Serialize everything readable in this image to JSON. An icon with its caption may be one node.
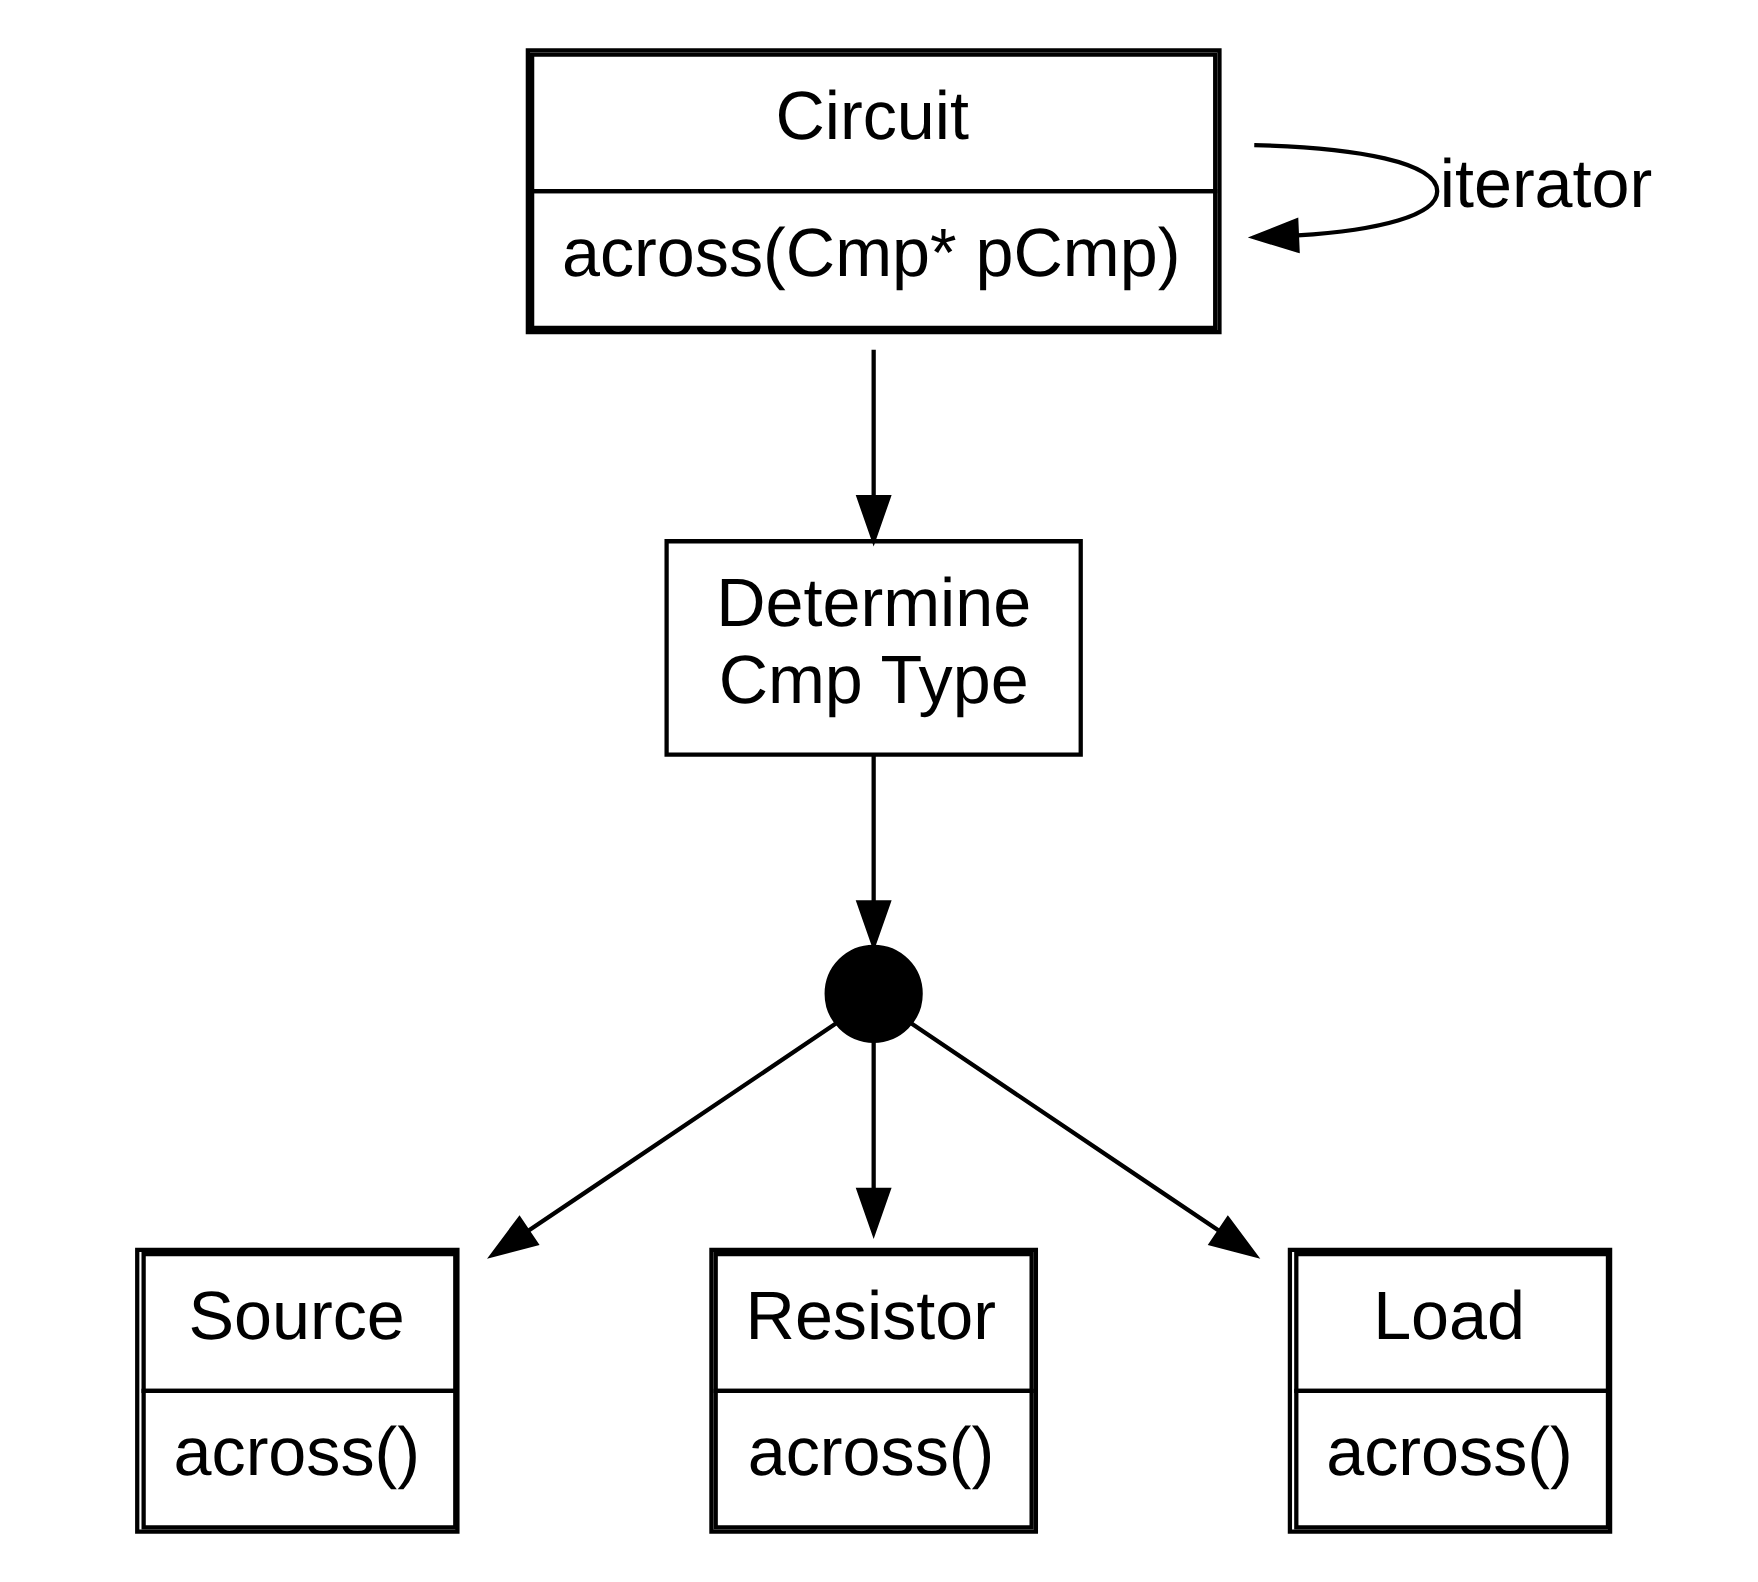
{
  "diagram": {
    "nodes": [
      {
        "text": [
          "Circuit",
          "across(Cmp* pCmp)"
        ]
      },
      {
        "text": [
          "Determine Cmp Type"
        ]
      },
      {
        "text": [],
        "shape": "circle"
      },
      {
        "text": [
          "Source",
          "across()"
        ]
      },
      {
        "text": [
          "Resistor",
          "across()"
        ]
      },
      {
        "text": [
          "Load",
          "across()"
        ]
      }
    ],
    "edges": [
      {
        "from": 0,
        "to": 0,
        "arrow": "to",
        "label": "iterator"
      },
      {
        "from": 0,
        "to": 1,
        "arrow": "to"
      },
      {
        "from": 1,
        "to": 2,
        "arrow": "to"
      },
      {
        "from": 2,
        "to": 3,
        "arrow": "to"
      },
      {
        "from": 2,
        "to": 4,
        "arrow": "to"
      },
      {
        "from": 2,
        "to": 5,
        "arrow": "to"
      }
    ]
  }
}
